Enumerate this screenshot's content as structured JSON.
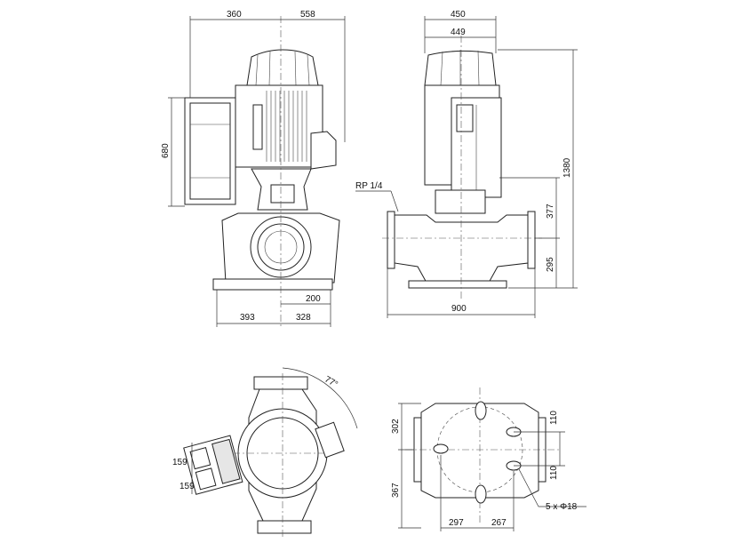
{
  "front_view": {
    "width_left": "360",
    "width_right": "558",
    "motor_height": "680",
    "base_left": "393",
    "base_right": "328",
    "port_offset": "200"
  },
  "side_view": {
    "top_width_outer": "450",
    "top_width_inner": "449",
    "vent_label": "RP 1/4",
    "total_height": "1380",
    "flange_height": "377",
    "center_height": "295",
    "overall_length": "900"
  },
  "top_view": {
    "angle": "77°",
    "box_dim_top": "159",
    "box_dim_bottom": "159"
  },
  "base_view": {
    "height_top": "302",
    "height_bottom": "367",
    "hole_offset_top": "110",
    "hole_offset_bottom": "110",
    "width_left": "297",
    "width_right": "267",
    "holes_label": "5 x Φ18"
  }
}
